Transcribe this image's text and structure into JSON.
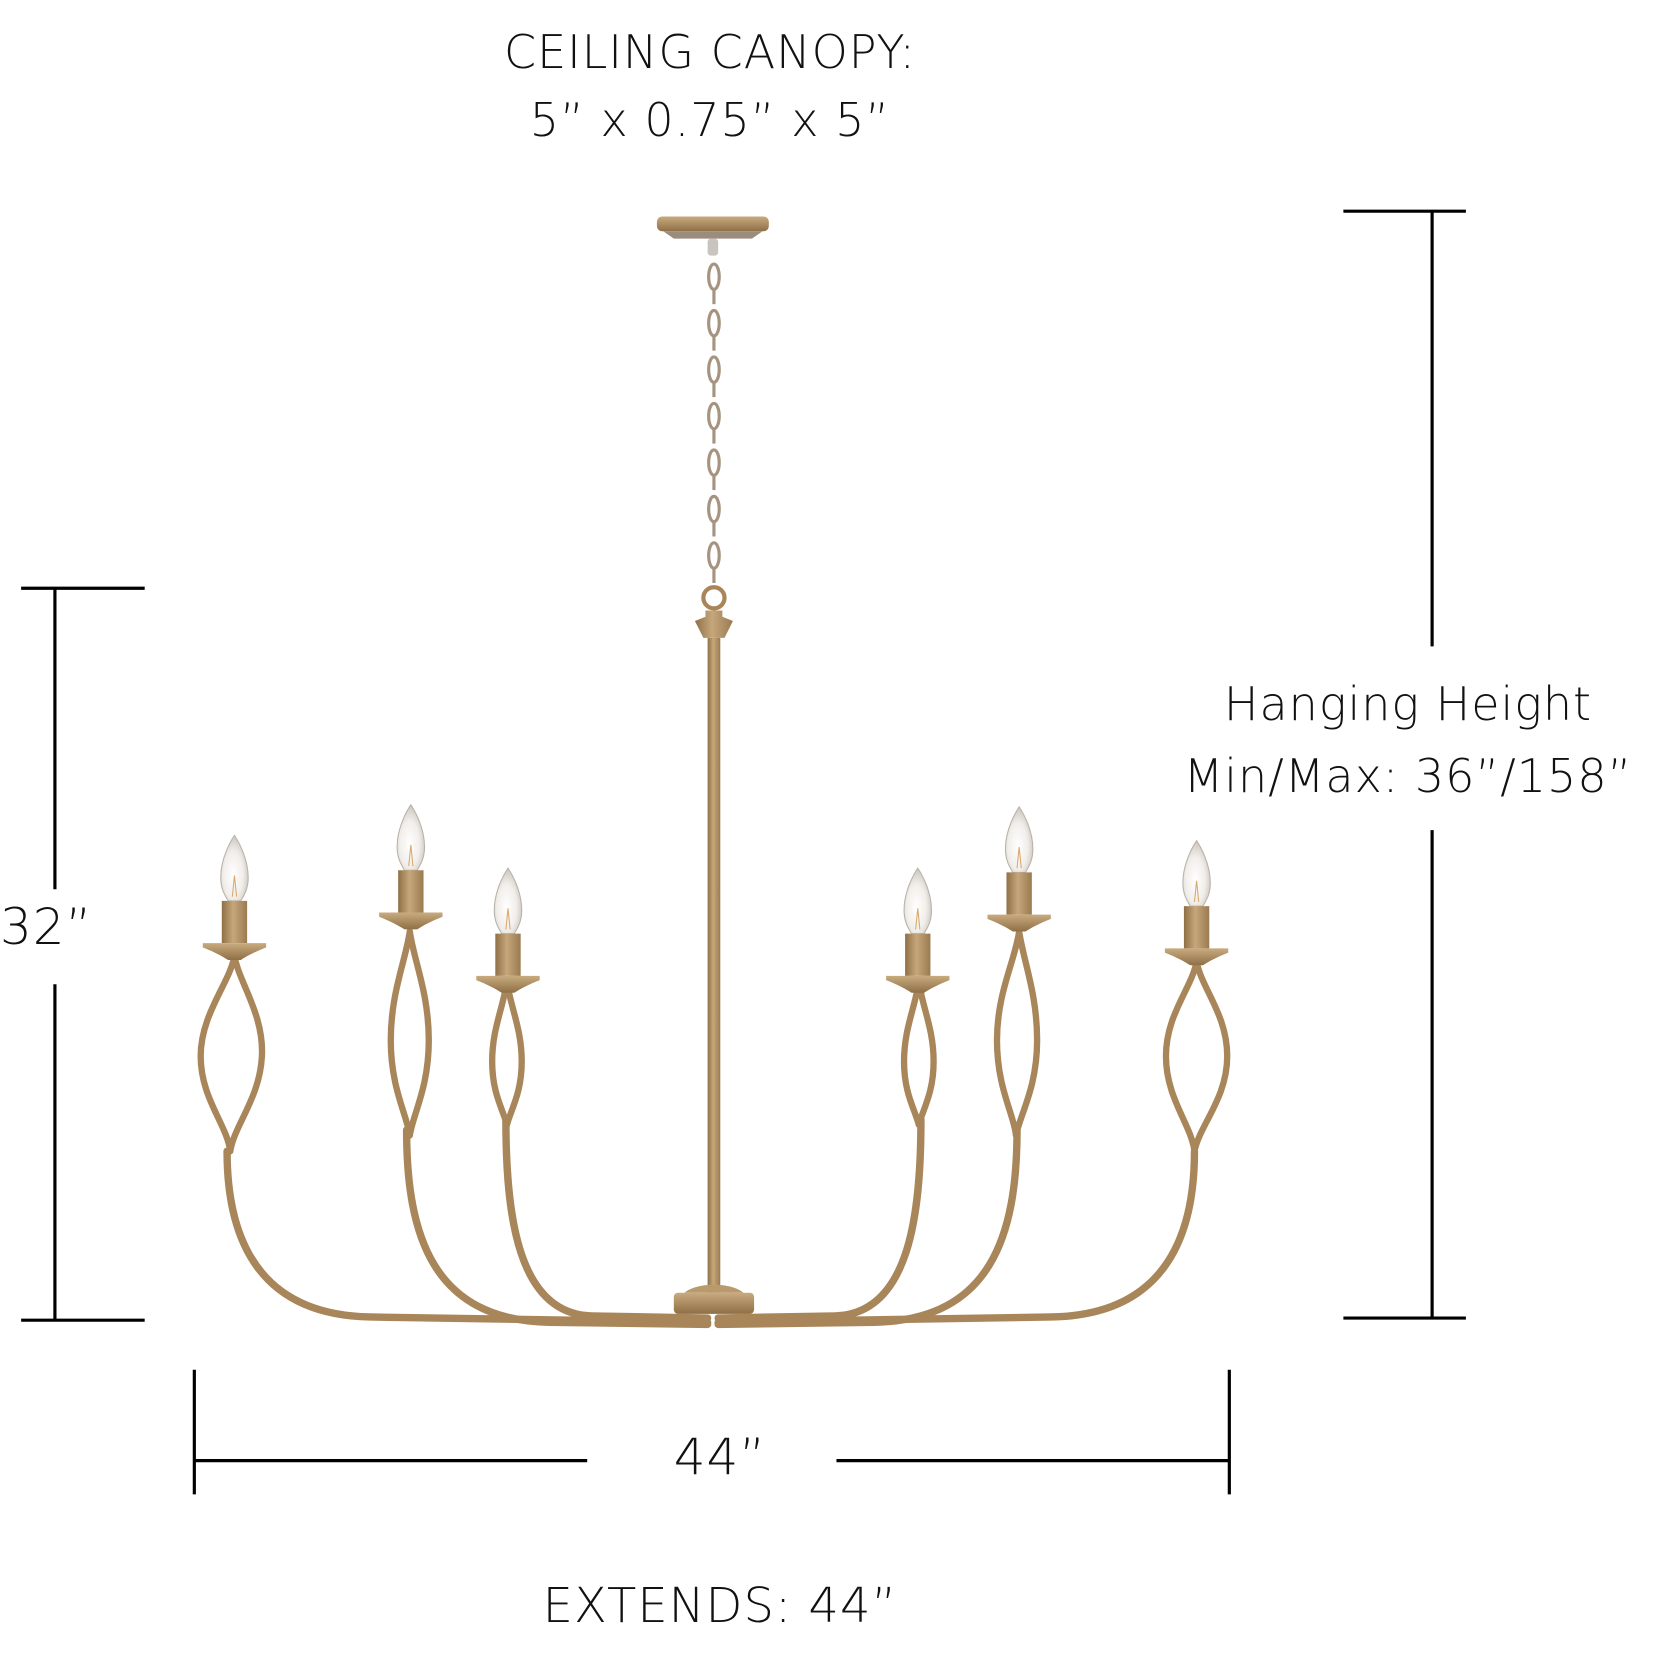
{
  "diagram": {
    "type": "product-dimension-diagram",
    "subject": "6-light chandelier with candle bulbs, gold finish",
    "colors": {
      "metal": "#b08d5c",
      "metal_dark": "#8f6f45",
      "metal_light": "#cdb089",
      "chain": "#a9998a",
      "bulb": "#f4f1ec",
      "dimension_line": "#000000",
      "text": "#111111",
      "background": "#ffffff"
    },
    "labels": {
      "canopy": {
        "line1": "CEILING CANOPY:",
        "line2": "5” x 0.75” x 5”"
      },
      "hanging_height": {
        "line1": "Hanging Height",
        "line2": "Min/Max: 36”/158”"
      },
      "fixture_height": "32”",
      "fixture_width": "44”",
      "extends": "EXTENDS: 44”"
    },
    "dimensions": {
      "canopy": {
        "width_in": 5,
        "height_in": 0.75,
        "depth_in": 5
      },
      "hanging_height_min_in": 36,
      "hanging_height_max_in": 158,
      "fixture_height_in": 32,
      "fixture_width_in": 44,
      "extends_in": 44
    },
    "fixture": {
      "light_count": 6
    }
  }
}
